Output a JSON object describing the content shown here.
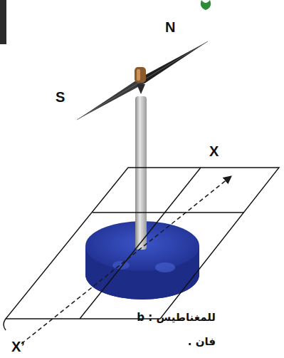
{
  "diagram": {
    "labels": [
      "N",
      "S",
      "X",
      "X’",
      "للمغناطيس : b",
      "فان ."
    ]
  }
}
